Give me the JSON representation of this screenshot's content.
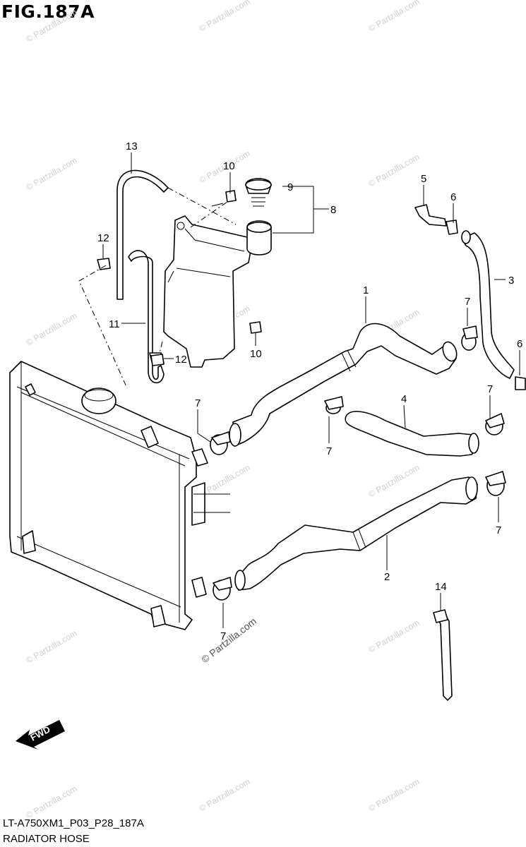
{
  "figure": {
    "title": "FIG.187A",
    "code": "LT-A750XM1_P03_P28_187A",
    "name": "RADIATOR HOSE"
  },
  "watermark": "© Partzilla.com",
  "fwd_label": "FWD",
  "callouts": {
    "c1": "1",
    "c2": "2",
    "c3": "3",
    "c4": "4",
    "c5": "5",
    "c6a": "6",
    "c6b": "6",
    "c7a": "7",
    "c7b": "7",
    "c7c": "7",
    "c7d": "7",
    "c7e": "7",
    "c7f": "7",
    "c8": "8",
    "c9": "9",
    "c10a": "10",
    "c10b": "10",
    "c11": "11",
    "c12a": "12",
    "c12b": "12",
    "c13": "13",
    "c14": "14"
  }
}
